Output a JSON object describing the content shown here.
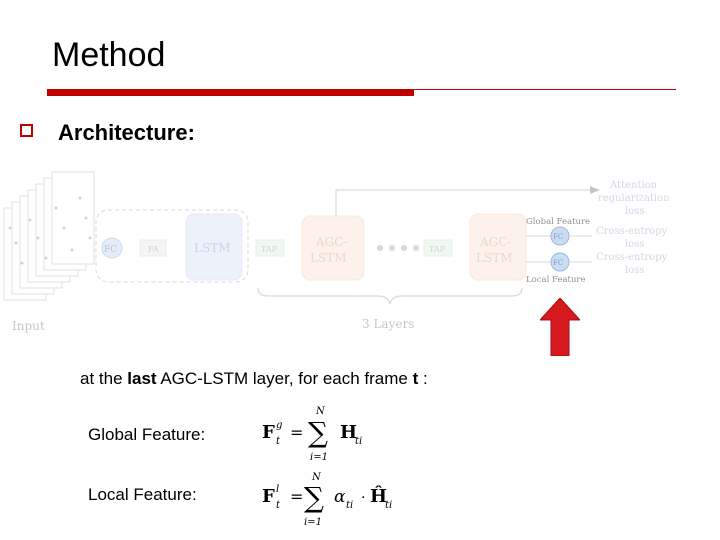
{
  "slide": {
    "title": "Method",
    "section": "Architecture:",
    "description_prefix": "at the ",
    "description_bold1": "last",
    "description_middle": " AGC-LSTM layer, for each frame ",
    "description_bold2": "t",
    "description_suffix": " :",
    "global_label": "Global Feature:",
    "local_label": "Local Feature:"
  },
  "diagram": {
    "input_label": "Input",
    "fc_label": "FC",
    "fa_label": "FA",
    "lstm_label": "LSTM",
    "tap_label": "TAP",
    "agc_lstm_line1": "AGC-",
    "agc_lstm_line2": "LSTM",
    "layers_label": "3 Layers",
    "global_feature_label": "Global Feature",
    "local_feature_label": "Local Feature",
    "fc_out_label": "FC",
    "loss1_line1": "Attention",
    "loss1_line2": "regularization",
    "loss1_line3": "loss",
    "loss2_line1": "Cross-entropy",
    "loss2_line2": "loss",
    "loss3_line1": "Cross-entropy",
    "loss3_line2": "loss"
  },
  "equations": {
    "global_lhs": "F",
    "global_sup": "g",
    "global_sub": "t",
    "global_sum_top": "N",
    "global_sum_bottom": "i=1",
    "global_rhs": "H",
    "global_rhs_sub": "ti",
    "local_lhs": "F",
    "local_sup": "l",
    "local_sub": "t",
    "local_sum_top": "N",
    "local_sum_bottom": "i=1",
    "local_alpha": "α",
    "local_alpha_sub": "ti",
    "local_rhs": "Ĥ",
    "local_rhs_sub": "ti"
  },
  "colors": {
    "accent_red": "#c00000",
    "arrow_red": "#d71920",
    "lstm_blue": "#dfe7f7",
    "agc_orange": "#fbe9dc",
    "fc_blue": "#9ec2ea",
    "diagram_text": "#9a9a9a"
  }
}
